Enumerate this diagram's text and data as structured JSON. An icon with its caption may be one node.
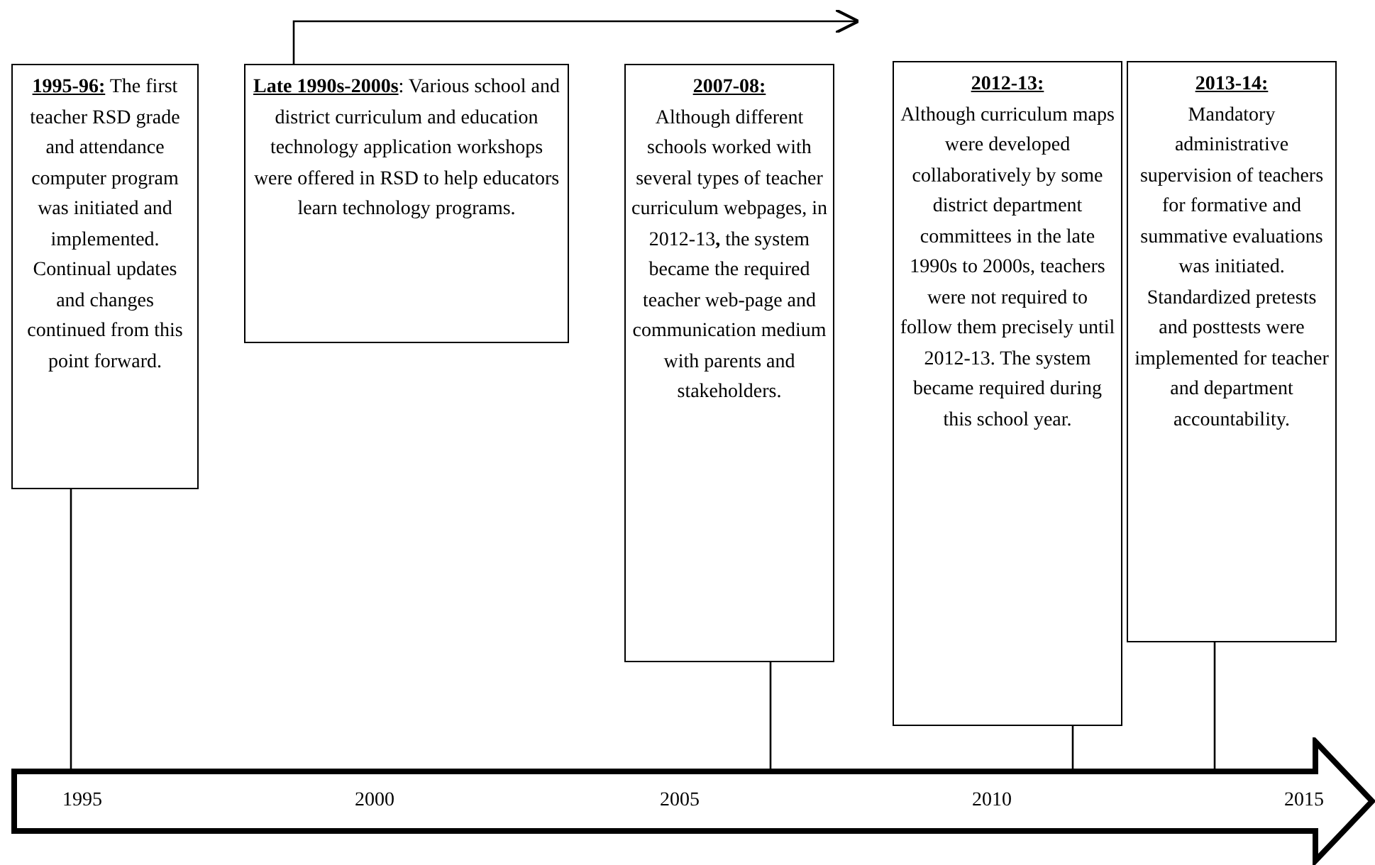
{
  "diagram": {
    "nodes": [
      {
        "text": [
          "**1995-96:** The first teacher RSD grade and attendance computer program was initiated and implemented. Continual updates and changes continued from this point forward."
        ]
      },
      {
        "text": [
          "**Late 1990s-2000s**: Various school and district curriculum and education technology application workshops were offered in RSD to help educators learn technology programs."
        ]
      },
      {
        "text": [
          "2007-08:",
          "Although different schools worked with several types of teacher curriculum webpages, in 2012-13**,** the system became the required teacher web-page and communication medium with parents and stakeholders."
        ]
      },
      {
        "text": [
          "2012-13:",
          "Although curriculum maps were developed collaboratively by some district department committees in the late 1990s to 2000s, teachers were not required to follow them precisely until 2012-13.  The system became required during this school year."
        ]
      },
      {
        "text": [
          "2013-14:",
          "Mandatory administrative supervision of teachers for formative and summative evaluations was initiated. Standardized pretests and posttests were implemented for teacher and department accountability."
        ]
      },
      {
        "text": [
          "1995",
          "2000",
          "2005",
          "2010",
          "2015"
        ]
      }
    ],
    "edges": [
      {
        "from": 0,
        "to": 5,
        "arrow": "none"
      },
      {
        "from": 1,
        "to": null,
        "arrow": "to"
      },
      {
        "from": 2,
        "to": 5,
        "arrow": "none"
      },
      {
        "from": 3,
        "to": 5,
        "arrow": "none"
      },
      {
        "from": 4,
        "to": 5,
        "arrow": "none"
      }
    ]
  }
}
